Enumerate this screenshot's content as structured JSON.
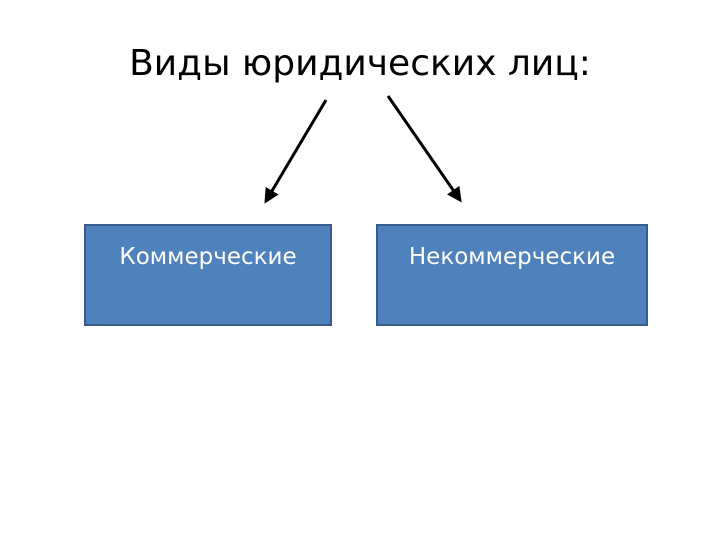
{
  "title": "Виды юридических лиц:",
  "boxes": [
    {
      "label": "Коммерческие"
    },
    {
      "label": "Некоммерческие"
    }
  ],
  "colors": {
    "box_fill": "#4f81bd",
    "box_border": "#385d8a",
    "arrow": "#000000",
    "text_title": "#000000",
    "text_box": "#ffffff"
  }
}
